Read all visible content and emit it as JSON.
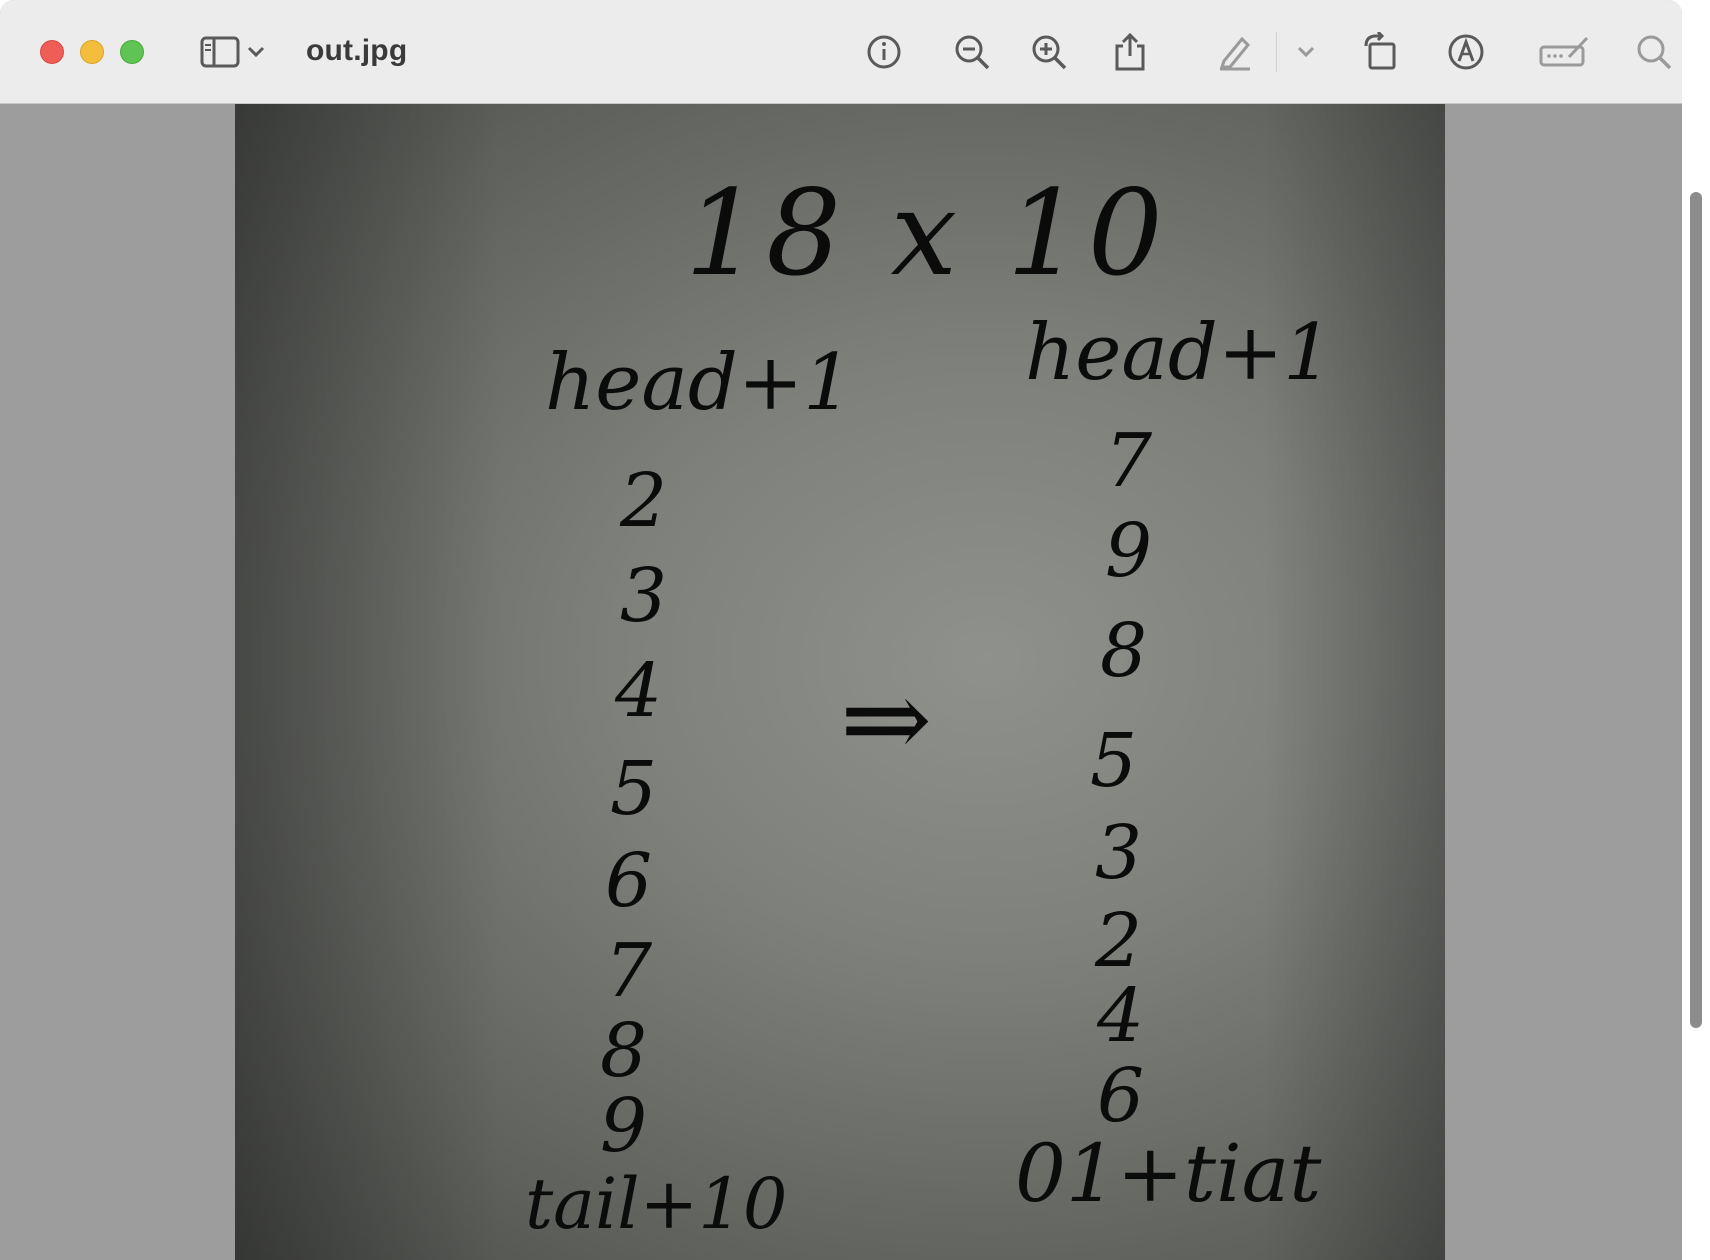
{
  "window": {
    "title": "out.jpg",
    "traffic_lights": [
      "close",
      "minimize",
      "zoom"
    ]
  },
  "toolbar": {
    "icons": [
      "sidebar-icon",
      "chevron-down-icon",
      "info-icon",
      "zoom-out-icon",
      "zoom-in-icon",
      "share-icon",
      "highlight-pen-icon",
      "chevron-down-icon",
      "rotate-icon",
      "markup-icon",
      "form-fill-icon",
      "search-icon"
    ]
  },
  "photo": {
    "title": "18 x 10",
    "left_column": {
      "header": "head+1",
      "values": [
        "2",
        "3",
        "4",
        "5",
        "6",
        "7",
        "8",
        "9"
      ],
      "footer": "tail+10"
    },
    "arrow": "⇒",
    "right_column": {
      "header": "head+1",
      "values": [
        "7",
        "9",
        "8",
        "5",
        "3",
        "2",
        "4",
        "6"
      ],
      "footer": "01+tiat"
    }
  },
  "colors": {
    "close": "#ee5e57",
    "minimize": "#f4bd3b",
    "zoom": "#5fc454",
    "titlebar": "#ececec",
    "backdrop": "#9d9d9d"
  }
}
